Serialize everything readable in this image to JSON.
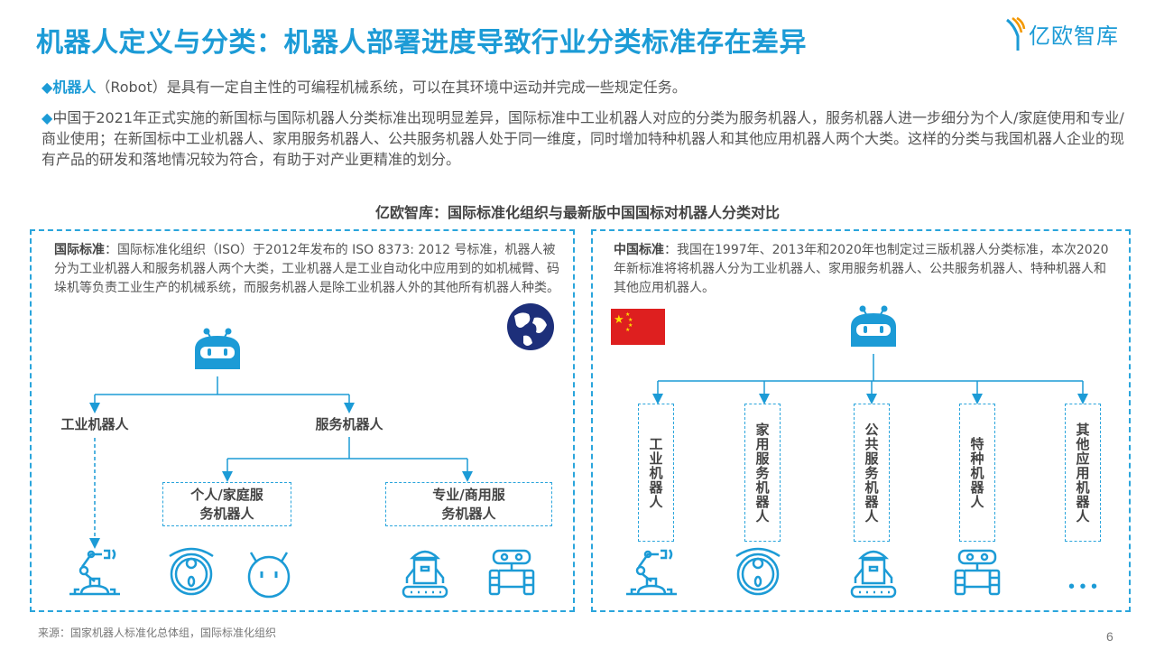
{
  "title": "机器人定义与分类：机器人部署进度导致行业分类标准存在差异",
  "logo": "亿欧智库",
  "para1": {
    "bullet": "◆",
    "term": "机器人",
    "text": "（Robot）是具有一定自主性的可编程机械系统，可以在其环境中运动并完成一些规定任务。"
  },
  "para2": {
    "bullet": "◆",
    "text": "中国于2021年正式实施的新国标与国际机器人分类标准出现明显差异，国际标准中工业机器人对应的分类为服务机器人，服务机器人进一步细分为个人/家庭使用和专业/商业使用；在新国标中工业机器人、家用服务机器人、公共服务机器人处于同一维度，同时增加特种机器人和其他应用机器人两个大类。这样的分类与我国机器人企业的现有产品的研发和落地情况较为符合，有助于对产业更精准的划分。"
  },
  "subtitle": "亿欧智库：国际标准化组织与最新版中国国标对机器人分类对比",
  "left": {
    "term": "国际标准",
    "text": "：国际标准化组织（ISO）于2012年发布的 ISO 8373: 2012 号标准，机器人被分为工业机器人和服务机器人两个大类，工业机器人是工业自动化中应用到的如机械臂、码垛机等负责工业生产的机械系统，而服务机器人是除工业机器人外的其他所有机器人种类。",
    "cat1": "工业机器人",
    "cat2": "服务机器人",
    "sub1": "个人/家庭服务机器人",
    "sub2": "专业/商用服务机器人"
  },
  "right": {
    "term": "中国标准",
    "text": "：我国在1997年、2013年和2020年也制定过三版机器人分类标准，本次2020年新标准将将机器人分为工业机器人、家用服务机器人、公共服务机器人、特种机器人和其他应用机器人。",
    "cats": [
      "工业机器人",
      "家用服务机器人",
      "公共服务机器人",
      "特种机器人",
      "其他应用机器人"
    ],
    "more": "• • •"
  },
  "source": "来源：国家机器人标准化总体组，国际标准化组织",
  "page": "6",
  "colors": {
    "accent": "#1c9bd6",
    "flag": "#de1f1f"
  }
}
